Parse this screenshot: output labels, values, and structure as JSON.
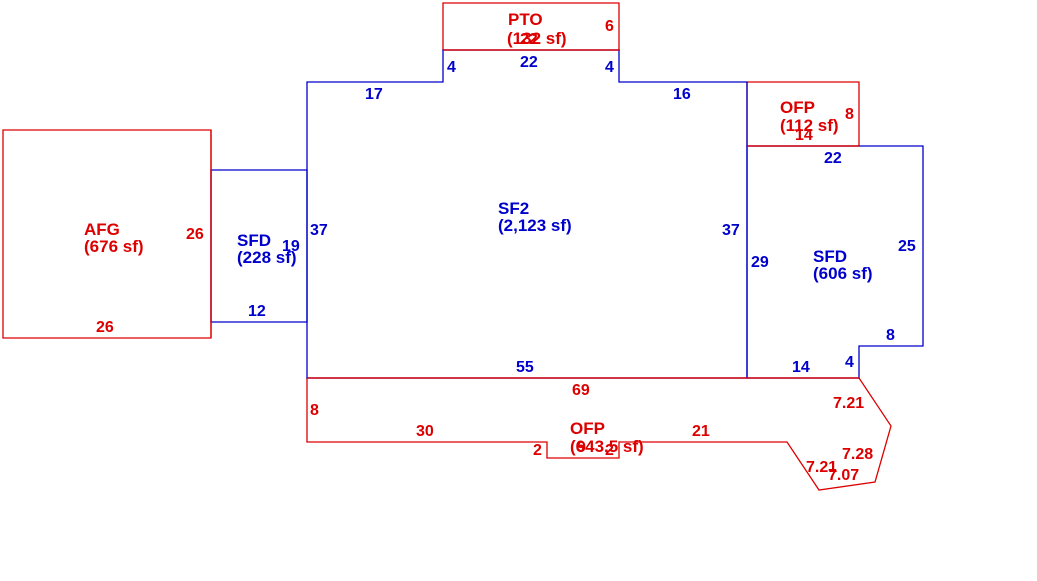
{
  "colors": {
    "blue": "#0000cc",
    "red": "#dd0000",
    "background": "#ffffff"
  },
  "areas": {
    "pto": {
      "name": "PTO",
      "area": "(132 sf)",
      "overlap_text": "22",
      "color": "red"
    },
    "ofp_top": {
      "name": "OFP",
      "area": "(112 sf)",
      "color": "red"
    },
    "afg": {
      "name": "AFG",
      "area": "(676 sf)",
      "color": "red"
    },
    "sfd_left": {
      "name": "SFD",
      "area": "(228 sf)",
      "color": "blue"
    },
    "sf2": {
      "name": "SF2",
      "area": "(2,123 sf)",
      "color": "blue"
    },
    "sfd_right": {
      "name": "SFD",
      "area": "(606 sf)",
      "color": "blue"
    },
    "ofp_bottom": {
      "name": "OFP",
      "area": "(643.5 sf)",
      "overlap_text": "9",
      "color": "red"
    }
  },
  "dimensions": {
    "pto_right": "6",
    "pto_bottom": "22",
    "pto_left_step": "4",
    "pto_right_step": "4",
    "sf2_top_left": "17",
    "sf2_top_right": "16",
    "sf2_left": "37",
    "sf2_right": "37",
    "sf2_bottom": "55",
    "ofp_top_right": "8",
    "ofp_top_bottom": "14",
    "sfd_right_top": "22",
    "sfd_right_right": "25",
    "sfd_right_left": "29",
    "sfd_right_notch_top": "8",
    "sfd_right_notch_side": "4",
    "sfd_right_bottom": "14",
    "afg_right": "26",
    "afg_bottom": "26",
    "sfd_left_right": "19",
    "sfd_left_bottom": "12",
    "ofp_bottom_top": "69",
    "ofp_bottom_left": "8",
    "ofp_bottom_seg1": "30",
    "ofp_bottom_step_left": "2",
    "ofp_bottom_step_right": "2",
    "ofp_bottom_seg2": "21",
    "ofp_bottom_diag1": "7.21",
    "ofp_bottom_diag2": "7.28",
    "ofp_bottom_diag3": "7.21",
    "ofp_bottom_diag4": "7.07"
  }
}
